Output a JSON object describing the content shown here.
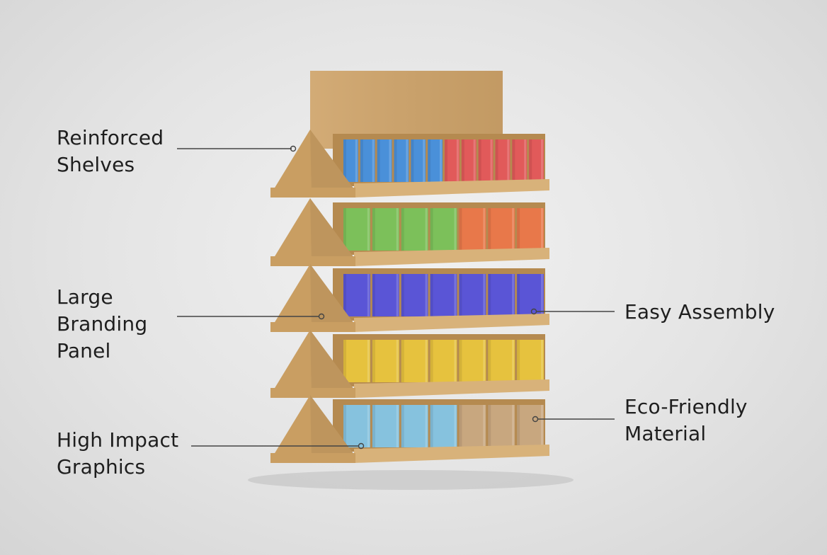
{
  "callouts": {
    "reinforced_shelves": {
      "line1": "Reinforced",
      "line2": "Shelves"
    },
    "large_branding_panel": {
      "line1": "Large",
      "line2": "Branding",
      "line3": "Panel"
    },
    "high_impact_graphics": {
      "line1": "High Impact",
      "line2": "Graphics"
    },
    "easy_assembly": {
      "line1": "Easy Assembly"
    },
    "eco_friendly_material": {
      "line1": "Eco-Friendly",
      "line2": "Material"
    }
  },
  "colors": {
    "background": "#e6e6e6",
    "cardboard": "#c99e62",
    "cardboard_dark": "#b58a50",
    "cardboard_light": "#d8b27a",
    "books_blue": "#4a90d9",
    "books_red": "#e15a5a",
    "books_green": "#7cc05a",
    "books_orange": "#e8784a",
    "books_indigo": "#5a55d6",
    "books_yellow": "#e6c23e",
    "books_light_blue": "#86c2de",
    "books_tan": "#c8a77f",
    "callout_line": "#444444"
  }
}
